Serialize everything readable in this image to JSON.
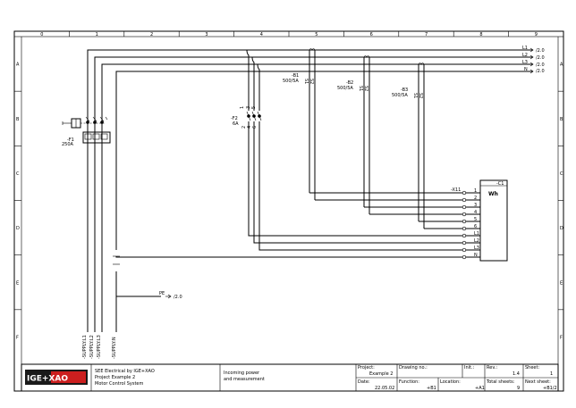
{
  "grid": {
    "columns": [
      "0",
      "1",
      "2",
      "3",
      "4",
      "5",
      "6",
      "7",
      "8",
      "9"
    ],
    "rows": [
      "A",
      "B",
      "C",
      "D",
      "E",
      "F"
    ]
  },
  "bus": {
    "lines": [
      {
        "name": "L1",
        "ref": "/2.0"
      },
      {
        "name": "L2",
        "ref": "/2.0"
      },
      {
        "name": "L3",
        "ref": "/2.0"
      },
      {
        "name": "N",
        "ref": "/2.0"
      }
    ],
    "pe": {
      "name": "PE",
      "ref": "/2.0"
    }
  },
  "components": {
    "f1": {
      "tag": "-F1",
      "rating": "250A"
    },
    "f2": {
      "tag": "-F2",
      "rating": "6A",
      "terminals": [
        "1",
        "3",
        "5"
      ],
      "terminals_out": [
        "2",
        "4",
        "6"
      ]
    },
    "b1": {
      "tag": "-B1",
      "rating": "500/5A",
      "pins": [
        "S1",
        "S2"
      ]
    },
    "b2": {
      "tag": "-B2",
      "rating": "500/5A",
      "pins": [
        "S1",
        "S2"
      ]
    },
    "b3": {
      "tag": "-B3",
      "rating": "500/5A",
      "pins": [
        "S1",
        "S2"
      ]
    },
    "meter": {
      "tag": "-C1",
      "label": "Wh"
    },
    "x11": {
      "tag": "-X11",
      "terminals": [
        "1",
        "2",
        "3",
        "4",
        "5",
        "6",
        "L1",
        "L2",
        "L3",
        "N"
      ]
    },
    "supply_labels": [
      "-SUPPLY:L1",
      "-SUPPLY:L2",
      "-SUPPLY:L3",
      "-SUPPLY:N"
    ]
  },
  "title_block": {
    "logo": "IGE+XAO",
    "company_lines": [
      "SEE Electrical by IGE+XAO",
      "Project Example 2",
      "Motor Control System"
    ],
    "description_lines": [
      "Incoming power",
      "and measurement"
    ],
    "project_label": "Project:",
    "project_value": "Example 2",
    "drawing_no_label": "Drawing no.:",
    "drawing_no_value": "",
    "init_label": "Init.:",
    "init_value": "",
    "rev_label": "Rev.:",
    "rev_value": "1.4",
    "sheet_label": "Sheet:",
    "sheet_value": "1",
    "date_label": "Date:",
    "date_value": "22.05.02",
    "function_label": "Function:",
    "function_value": "+B1",
    "location_label": "Location:",
    "location_value": "+A1",
    "total_label": "Total sheets:",
    "total_value": "9",
    "next_label": "Next sheet:",
    "next_value": "+B1/2"
  }
}
